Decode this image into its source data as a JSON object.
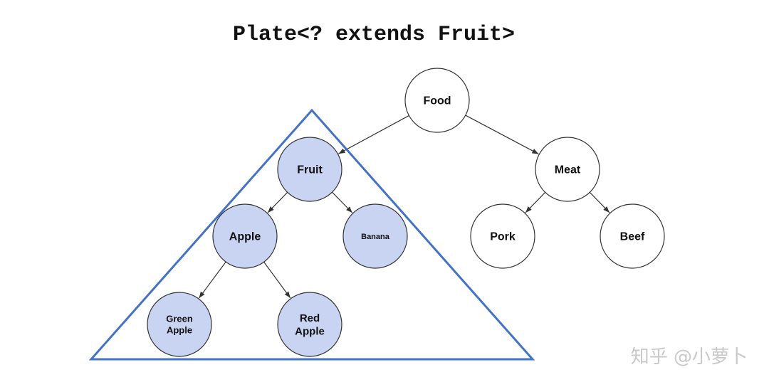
{
  "title": "Plate<? extends Fruit>",
  "watermark": "知乎 @小萝卜",
  "colors": {
    "highlight_fill": "#c9d3f2",
    "plain_fill": "#ffffff",
    "triangle_stroke": "#4472c4",
    "edge_stroke": "#333333"
  },
  "nodes": [
    {
      "id": "food",
      "lines": [
        "Food"
      ],
      "highlighted": false
    },
    {
      "id": "fruit",
      "lines": [
        "Fruit"
      ],
      "highlighted": true
    },
    {
      "id": "meat",
      "lines": [
        "Meat"
      ],
      "highlighted": false
    },
    {
      "id": "apple",
      "lines": [
        "Apple"
      ],
      "highlighted": true
    },
    {
      "id": "banana",
      "lines": [
        "Banana"
      ],
      "highlighted": true
    },
    {
      "id": "pork",
      "lines": [
        "Pork"
      ],
      "highlighted": false
    },
    {
      "id": "beef",
      "lines": [
        "Beef"
      ],
      "highlighted": false
    },
    {
      "id": "green-apple",
      "lines": [
        "Green",
        "Apple"
      ],
      "highlighted": true
    },
    {
      "id": "red-apple",
      "lines": [
        "Red",
        "Apple"
      ],
      "highlighted": true
    }
  ],
  "edges": [
    {
      "from": "food",
      "to": "fruit"
    },
    {
      "from": "food",
      "to": "meat"
    },
    {
      "from": "fruit",
      "to": "apple"
    },
    {
      "from": "fruit",
      "to": "banana"
    },
    {
      "from": "meat",
      "to": "pork"
    },
    {
      "from": "meat",
      "to": "beef"
    },
    {
      "from": "apple",
      "to": "green-apple"
    },
    {
      "from": "apple",
      "to": "red-apple"
    }
  ]
}
